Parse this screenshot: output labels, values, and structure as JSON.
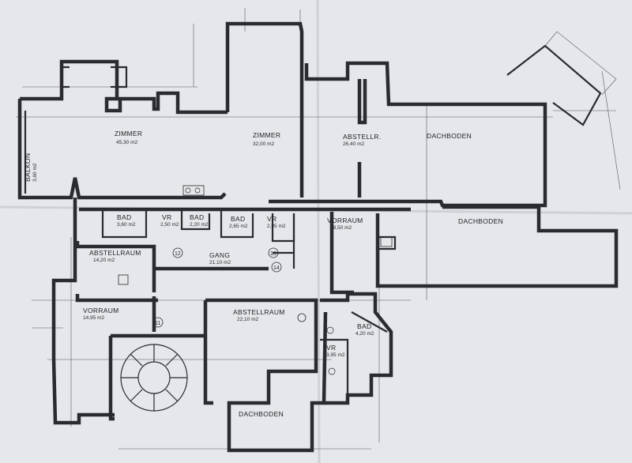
{
  "rooms": [
    {
      "id": "balkon",
      "name": "BALKON",
      "area": "3,60 m2"
    },
    {
      "id": "zimmer-1",
      "name": "ZIMMER",
      "area": "45,30 m2"
    },
    {
      "id": "zimmer-2",
      "name": "ZIMMER",
      "area": "32,00 m2"
    },
    {
      "id": "abstellr",
      "name": "ABSTELLR.",
      "area": "26,40 m2"
    },
    {
      "id": "dachboden-1",
      "name": "DACHBODEN",
      "area": ""
    },
    {
      "id": "dachboden-2",
      "name": "DACHBODEN",
      "area": ""
    },
    {
      "id": "bad-1",
      "name": "BAD",
      "area": "3,60 m2"
    },
    {
      "id": "vr-1",
      "name": "VR",
      "area": "2,50 m2"
    },
    {
      "id": "bad-2",
      "name": "BAD",
      "area": "2,20 m2"
    },
    {
      "id": "bad-3",
      "name": "BAD",
      "area": "2,65 m2"
    },
    {
      "id": "vr-2",
      "name": "VR",
      "area": "2,95 m2"
    },
    {
      "id": "vorraum-1",
      "name": "VORRAUM",
      "area": "18,50 m2"
    },
    {
      "id": "abstellraum-1",
      "name": "ABSTELLRAUM",
      "area": "14,20 m2"
    },
    {
      "id": "gang",
      "name": "GANG",
      "area": "21,10 m2"
    },
    {
      "id": "vorraum-2",
      "name": "VORRAUM",
      "area": "14,95 m2"
    },
    {
      "id": "abstellraum-2",
      "name": "ABSTELLRAUM",
      "area": "22,10 m2"
    },
    {
      "id": "bad-4",
      "name": "BAD",
      "area": "4,20 m2"
    },
    {
      "id": "vr-3",
      "name": "VR",
      "area": "3,95 m2"
    },
    {
      "id": "dachboden-3",
      "name": "DACHBODEN",
      "area": ""
    }
  ],
  "circled_numbers": [
    "12",
    "13",
    "14",
    "11"
  ],
  "colors": {
    "paper": "#e6e7ea",
    "ink": "#2a2b2e"
  }
}
